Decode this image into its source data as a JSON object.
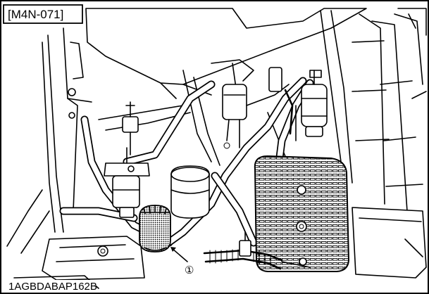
{
  "figure": {
    "tag": "[M4N-071]",
    "image_code": "1AGBDABAP162B",
    "callouts": [
      {
        "label": "①"
      }
    ]
  }
}
